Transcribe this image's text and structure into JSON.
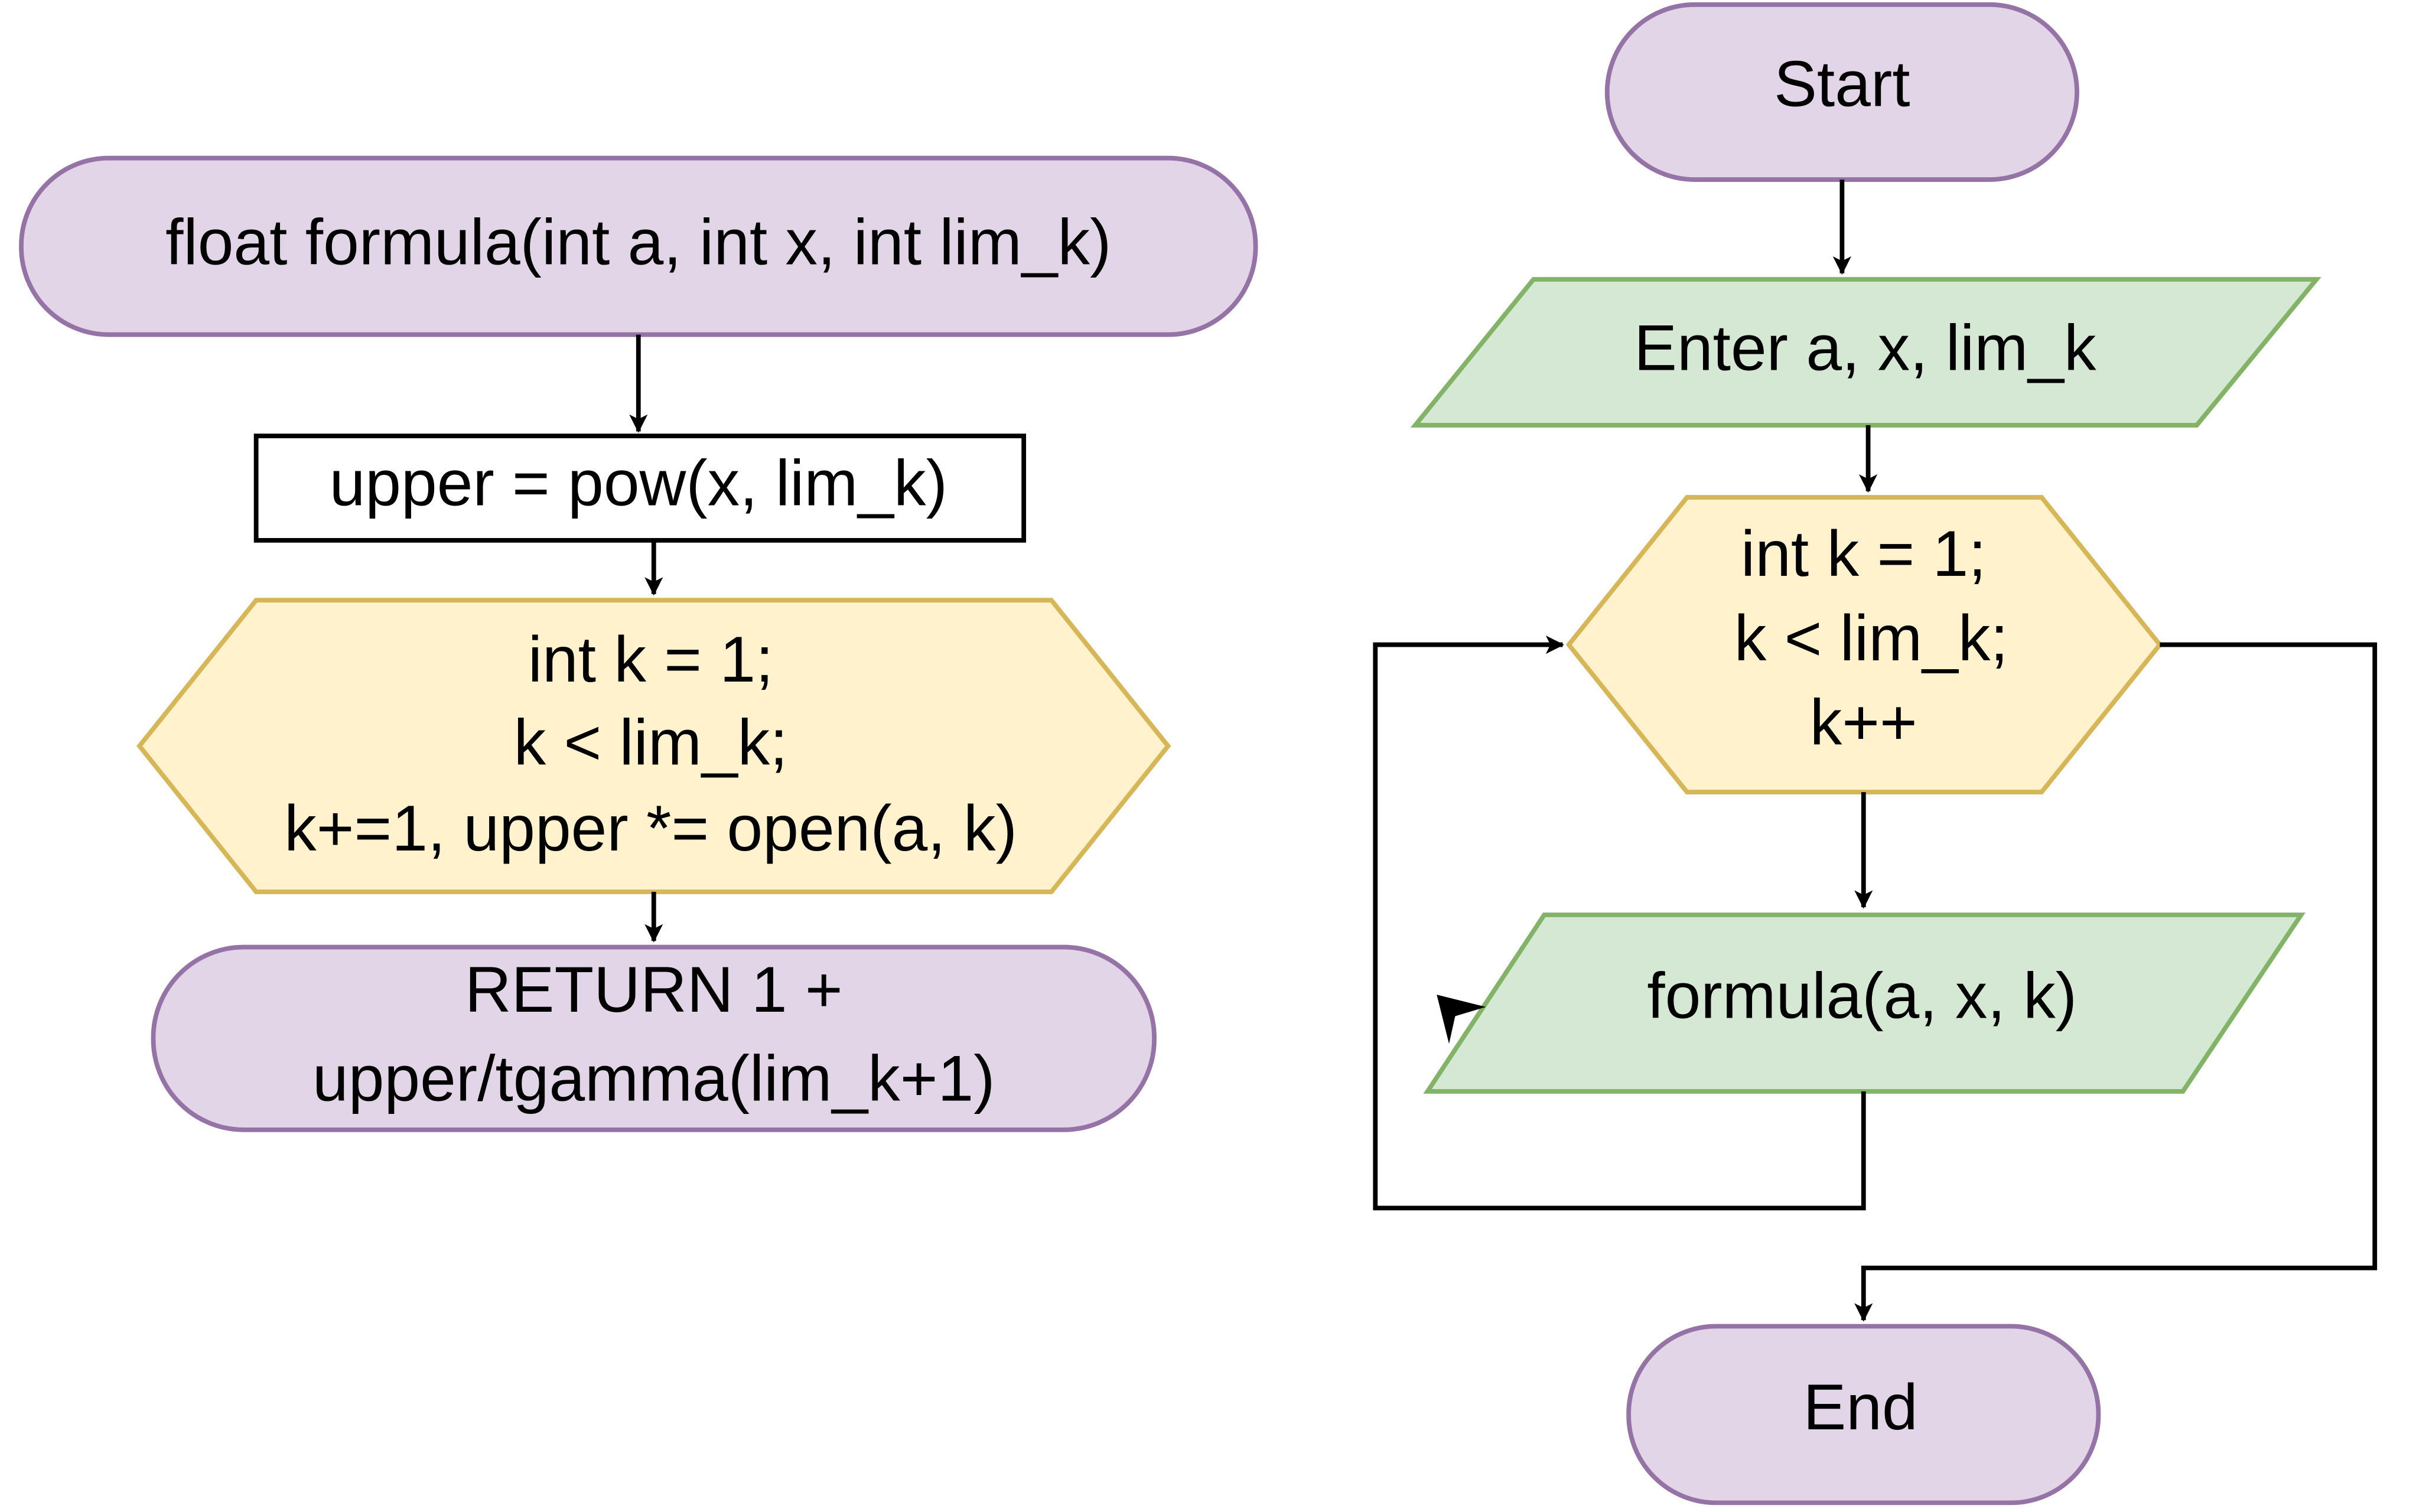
{
  "colors": {
    "terminator_fill": "#e1d5e7",
    "terminator_stroke": "#9673a6",
    "loop_fill": "#fff2cc",
    "loop_stroke": "#d6b656",
    "io_fill": "#d5e8d4",
    "io_stroke": "#82b366",
    "process_fill": "#ffffff",
    "process_stroke": "#000000",
    "edge": "#000000"
  },
  "function_flow": {
    "header": "float formula(int a, int x, int lim_k)",
    "init_step": "upper = pow(x, lim_k)",
    "loop": {
      "line1": "int k = 1;",
      "line2": "k < lim_k;",
      "line3": "k+=1, upper *= open(a, k)"
    },
    "return": {
      "line1": "RETURN 1 +",
      "line2": "upper/tgamma(lim_k+1)"
    }
  },
  "main_flow": {
    "start": "Start",
    "input": "Enter a, x, lim_k",
    "loop": {
      "line1": "int k = 1;",
      "line2": "k < lim_k;",
      "line3": "k++"
    },
    "output": "formula(a, x, k)",
    "end": "End"
  }
}
